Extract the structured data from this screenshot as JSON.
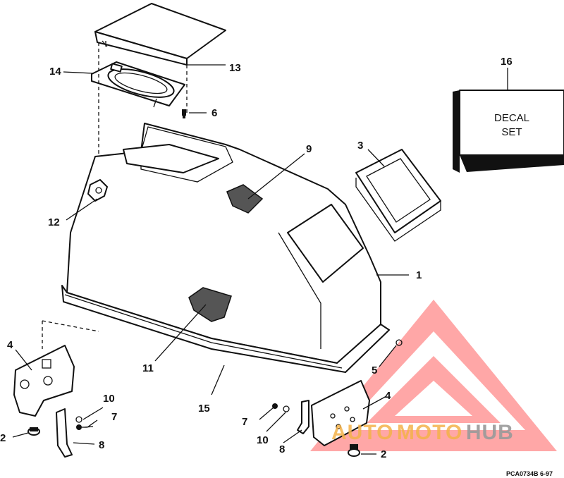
{
  "diagram": {
    "decal_line1": "DECAL",
    "decal_line2": "SET",
    "reference": "PCA0734B   6-97",
    "callouts": {
      "c1": "1",
      "c2a": "2",
      "c2b": "2",
      "c3": "3",
      "c4a": "4",
      "c4b": "4",
      "c5": "5",
      "c6": "6",
      "c7a": "7",
      "c7b": "7",
      "c8a": "8",
      "c8b": "8",
      "c9": "9",
      "c10a": "10",
      "c10b": "10",
      "c11": "11",
      "c12": "12",
      "c13": "13",
      "c14": "14",
      "c15": "15",
      "c16": "16"
    }
  },
  "watermark": {
    "word_auto": "AUTO",
    "word_moto": "MOTO",
    "word_hub": "HUB",
    "colors": {
      "triangle": "#ff6b6b",
      "accent": "#f4b24a",
      "gray": "#9a9a9a"
    }
  }
}
